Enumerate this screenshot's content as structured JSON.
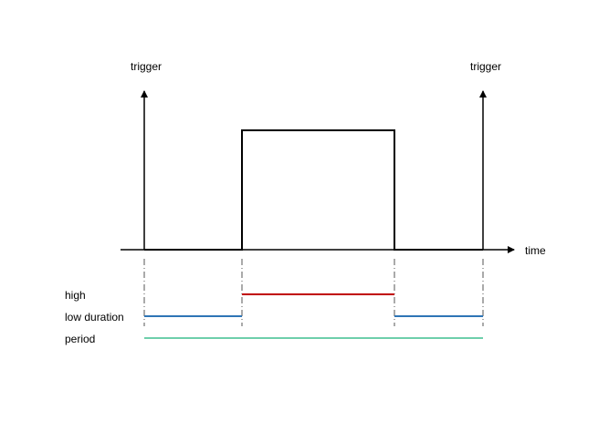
{
  "labels": {
    "trigger_left": "trigger",
    "trigger_right": "trigger",
    "time_axis": "time",
    "high": "high",
    "low_duration": "low duration",
    "period": "period"
  },
  "colors": {
    "signal": "#000000",
    "high_bar": "#c00000",
    "low_bar": "#2e75b6",
    "period_bar": "#3fbf8f",
    "guide": "#555555"
  }
}
